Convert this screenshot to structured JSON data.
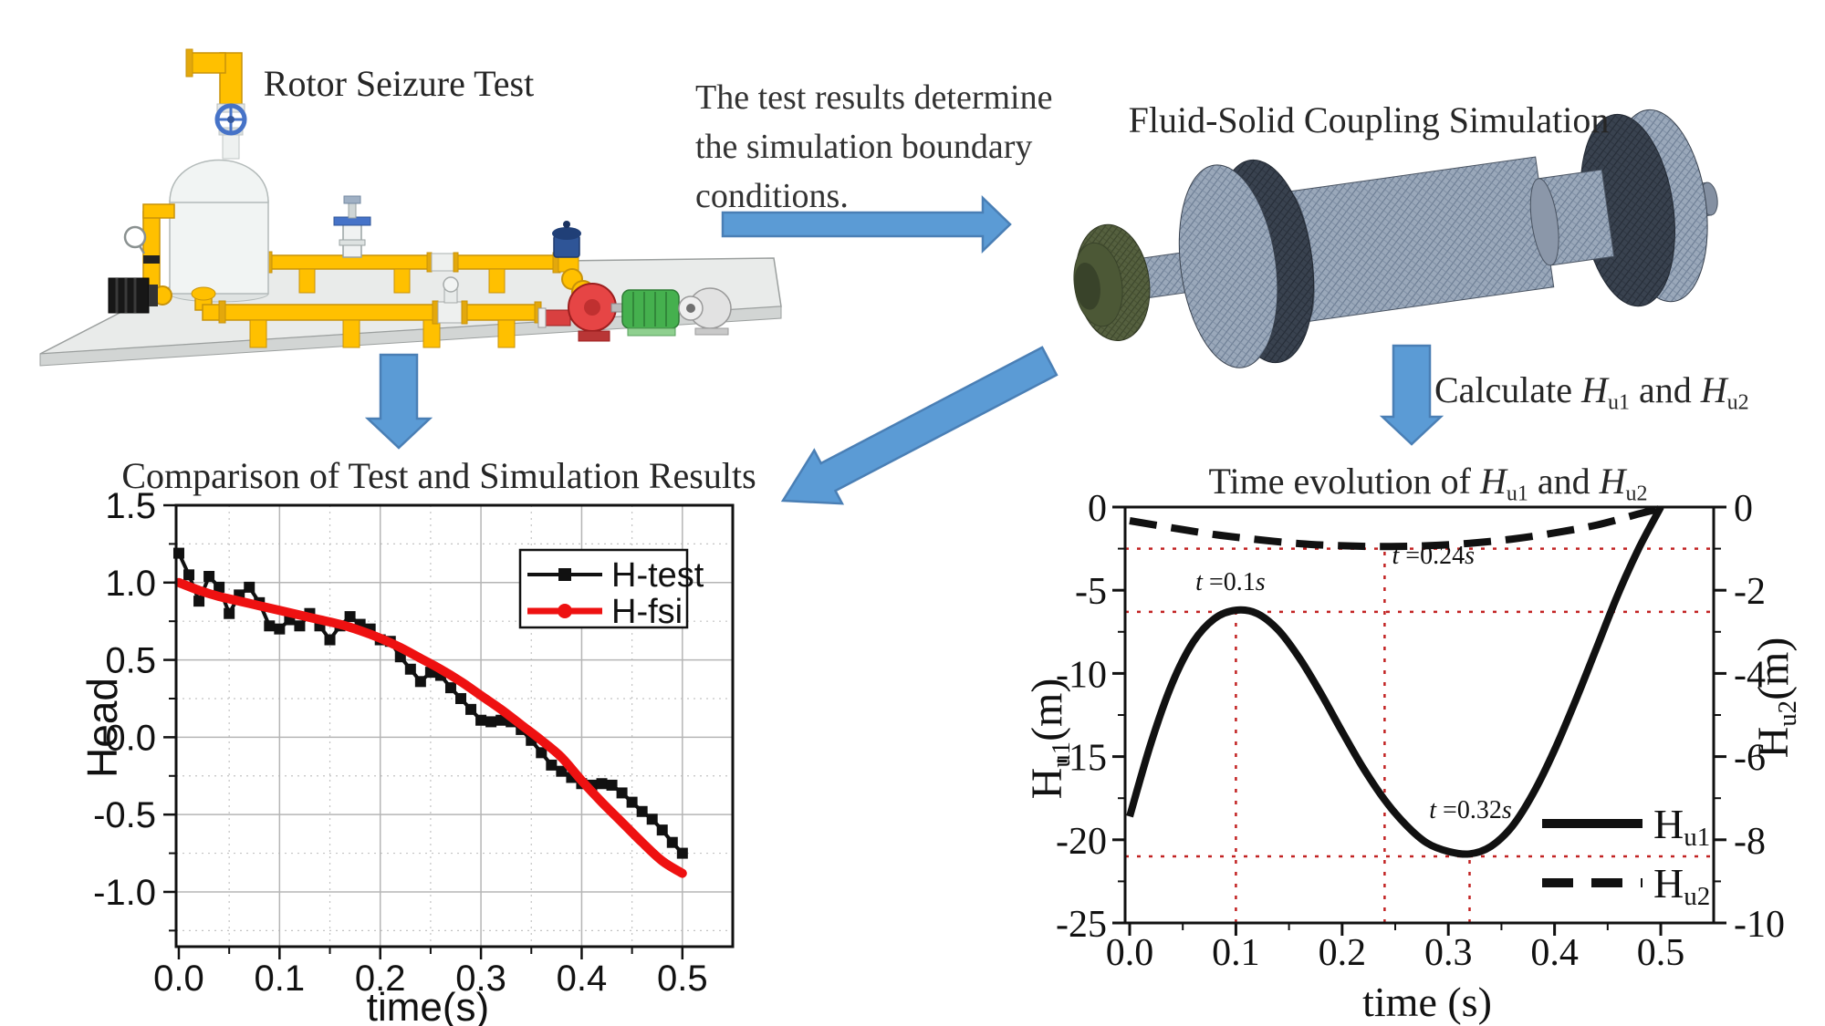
{
  "colors": {
    "arrow_blue": "#5b9bd5",
    "arrow_border": "#4a7fb5",
    "htest_black": "#111111",
    "hfsi_red": "#ee1111",
    "refline_red": "#c22222",
    "grid_major": "#b5b5b5",
    "grid_minor": "#c3c3c3",
    "pipe_yellow": "#ffc000",
    "valve_blue": "#4673c8",
    "pump_red": "#e64545",
    "motor_green": "#45b04e"
  },
  "top_left": {
    "title": "Rotor Seizure Test"
  },
  "middle": {
    "lines": [
      "The test results determine",
      "the simulation boundary",
      "conditions."
    ]
  },
  "top_right": {
    "title": "Fluid-Solid Coupling Simulation"
  },
  "calculate_label": {
    "parts": [
      [
        "Calculate ",
        ""
      ],
      [
        "H",
        "i"
      ],
      [
        "u1",
        "sub"
      ],
      [
        " and ",
        ""
      ],
      [
        "H",
        "i"
      ],
      [
        "u2",
        "sub"
      ]
    ]
  },
  "chart_data": [
    {
      "id": "comparison",
      "type": "line",
      "title": "Comparison of Test and Simulation Results",
      "xlabel": "time(s)",
      "ylabel": "Head",
      "xlim": [
        -0.0027,
        0.55
      ],
      "ylim": [
        -1.354,
        1.5
      ],
      "xticks": [
        0,
        0.1,
        0.2,
        0.3,
        0.4,
        0.5
      ],
      "xtick_labels": [
        "0.0",
        "0.1",
        "0.2",
        "0.3",
        "0.4",
        "0.5"
      ],
      "x_minor": [
        0.05,
        0.15,
        0.25,
        0.35,
        0.45
      ],
      "yticks": [
        1.5,
        1.0,
        0.5,
        0.0,
        -0.5,
        -1.0
      ],
      "ytick_labels": [
        "1.5",
        "1.0",
        "0.5",
        "0.0",
        "-0.5",
        "-1.0"
      ],
      "y_minor": [
        1.25,
        0.75,
        0.25,
        -0.25,
        -0.75,
        -1.25
      ],
      "grid": true,
      "grid_x_major": [
        0.1,
        0.2,
        0.3,
        0.4,
        0.5
      ],
      "grid_y_major": [
        1.0,
        0.5,
        0.0,
        -0.5,
        -1.0
      ],
      "legend_pos": "upper-right-box",
      "legend": [
        {
          "label": "H-test",
          "marker": "square",
          "line": "solid",
          "color": "#111111"
        },
        {
          "label": "H-fsi",
          "marker": "circle",
          "line": "solid",
          "color": "#ee1111"
        }
      ],
      "series": [
        {
          "name": "H-test",
          "color": "#111111",
          "width": 4,
          "marker": "square",
          "smooth": false,
          "x": [
            0,
            0.01,
            0.02,
            0.03,
            0.04,
            0.05,
            0.06,
            0.07,
            0.08,
            0.09,
            0.1,
            0.11,
            0.12,
            0.13,
            0.14,
            0.15,
            0.16,
            0.17,
            0.18,
            0.19,
            0.2,
            0.21,
            0.22,
            0.23,
            0.24,
            0.25,
            0.26,
            0.27,
            0.28,
            0.29,
            0.3,
            0.31,
            0.32,
            0.33,
            0.34,
            0.35,
            0.36,
            0.37,
            0.38,
            0.39,
            0.4,
            0.41,
            0.42,
            0.43,
            0.44,
            0.45,
            0.46,
            0.47,
            0.48,
            0.49,
            0.5
          ],
          "y": [
            1.19,
            1.05,
            0.88,
            1.04,
            0.97,
            0.8,
            0.92,
            0.97,
            0.87,
            0.72,
            0.7,
            0.76,
            0.72,
            0.8,
            0.72,
            0.63,
            0.72,
            0.78,
            0.73,
            0.7,
            0.63,
            0.62,
            0.52,
            0.44,
            0.36,
            0.42,
            0.4,
            0.32,
            0.25,
            0.18,
            0.11,
            0.1,
            0.11,
            0.1,
            0.05,
            -0.02,
            -0.1,
            -0.18,
            -0.22,
            -0.26,
            -0.3,
            -0.31,
            -0.3,
            -0.31,
            -0.36,
            -0.42,
            -0.48,
            -0.53,
            -0.6,
            -0.68,
            -0.75
          ]
        },
        {
          "name": "H-fsi",
          "color": "#ee1111",
          "width": 10,
          "marker": "none",
          "smooth": true,
          "x": [
            0,
            0.02,
            0.04,
            0.06,
            0.08,
            0.1,
            0.12,
            0.14,
            0.16,
            0.18,
            0.2,
            0.22,
            0.24,
            0.26,
            0.28,
            0.3,
            0.32,
            0.34,
            0.36,
            0.38,
            0.4,
            0.42,
            0.44,
            0.46,
            0.48,
            0.5
          ],
          "y": [
            1.0,
            0.95,
            0.91,
            0.88,
            0.85,
            0.82,
            0.79,
            0.76,
            0.73,
            0.69,
            0.64,
            0.58,
            0.51,
            0.44,
            0.36,
            0.27,
            0.18,
            0.08,
            -0.02,
            -0.13,
            -0.28,
            -0.42,
            -0.55,
            -0.68,
            -0.8,
            -0.88
          ]
        }
      ]
    },
    {
      "id": "evolution",
      "type": "line",
      "title_parts": [
        [
          "Time evolution of ",
          ""
        ],
        [
          "H",
          "i"
        ],
        [
          "u1",
          "sub"
        ],
        [
          " and ",
          ""
        ],
        [
          "H",
          "i"
        ],
        [
          "u2",
          "sub"
        ]
      ],
      "xlabel": "time (s)",
      "ylabel_left_parts": [
        [
          "H",
          ""
        ],
        [
          "u1",
          "sub"
        ],
        [
          "(m)",
          ""
        ]
      ],
      "ylabel_right_parts": [
        [
          "H",
          ""
        ],
        [
          "u2",
          "sub"
        ],
        [
          "(m)",
          ""
        ]
      ],
      "xlim": [
        -0.0043,
        0.5498
      ],
      "ylim_left": [
        -25,
        0
      ],
      "ylim_right": [
        -10,
        0
      ],
      "xticks": [
        0,
        0.1,
        0.2,
        0.3,
        0.4,
        0.5
      ],
      "xtick_labels": [
        "0.0",
        "0.1",
        "0.2",
        "0.3",
        "0.4",
        "0.5"
      ],
      "x_minor": [
        0.05,
        0.15,
        0.25,
        0.35,
        0.45
      ],
      "yticks_left": [
        0,
        -5,
        -10,
        -15,
        -20,
        -25
      ],
      "ytick_labels_left": [
        "0",
        "-5",
        "-10",
        "-15",
        "-20",
        "-25"
      ],
      "y_minor_left": [
        -2.5,
        -7.5,
        -12.5,
        -17.5,
        -22.5
      ],
      "yticks_right": [
        0,
        -2,
        -4,
        -6,
        -8,
        -10
      ],
      "ytick_labels_right": [
        "0",
        "-2",
        "-4",
        "-6",
        "-8",
        "-10"
      ],
      "grid": false,
      "legend": [
        {
          "parts": [
            [
              "H",
              ""
            ],
            [
              "u1",
              "sub"
            ]
          ],
          "line": "solid"
        },
        {
          "parts": [
            [
              "H",
              ""
            ],
            [
              "u2",
              "sub"
            ]
          ],
          "line": "dash"
        }
      ],
      "series": [
        {
          "name": "Hu1",
          "axis": "left",
          "color": "#111111",
          "width": 8,
          "smooth": true,
          "x": [
            0,
            0.02,
            0.04,
            0.06,
            0.08,
            0.1,
            0.12,
            0.14,
            0.16,
            0.18,
            0.2,
            0.22,
            0.24,
            0.26,
            0.28,
            0.3,
            0.32,
            0.34,
            0.36,
            0.38,
            0.4,
            0.42,
            0.44,
            0.46,
            0.48,
            0.5
          ],
          "y": [
            -18.6,
            -14.2,
            -10.6,
            -8.1,
            -6.7,
            -6.2,
            -6.4,
            -7.4,
            -9.1,
            -11.2,
            -13.5,
            -15.7,
            -17.6,
            -19.1,
            -20.2,
            -20.7,
            -20.85,
            -20.4,
            -19.2,
            -17.2,
            -14.6,
            -11.6,
            -8.4,
            -5.2,
            -2.4,
            0.0
          ]
        },
        {
          "name": "Hu2",
          "axis": "right",
          "color": "#111111",
          "width": 8,
          "dash": "30 16",
          "smooth": true,
          "x": [
            0,
            0.04,
            0.08,
            0.12,
            0.16,
            0.2,
            0.24,
            0.28,
            0.32,
            0.36,
            0.4,
            0.44,
            0.48,
            0.5
          ],
          "y": [
            -0.33,
            -0.5,
            -0.66,
            -0.78,
            -0.88,
            -0.93,
            -0.95,
            -0.93,
            -0.87,
            -0.77,
            -0.62,
            -0.43,
            -0.16,
            -0.03
          ]
        }
      ],
      "ref_lines": {
        "color": "#c22222",
        "h": [
          -2.5,
          -6.3,
          -21.0
        ],
        "v": [
          {
            "x": 0.1,
            "to": -6.3
          },
          {
            "x": 0.24,
            "to": -2.5
          },
          {
            "x": 0.32,
            "to": -21.0
          }
        ]
      },
      "annotations": [
        {
          "x": 0.062,
          "y": -5.0,
          "parts": [
            [
              "t",
              "i"
            ],
            [
              " =0.1",
              ""
            ],
            [
              "s",
              "i"
            ]
          ]
        },
        {
          "x": 0.247,
          "y": -3.4,
          "parts": [
            [
              "t",
              "i"
            ],
            [
              " =0.24",
              ""
            ],
            [
              "s",
              "i"
            ]
          ]
        },
        {
          "x": 0.282,
          "y": -18.7,
          "parts": [
            [
              "t",
              "i"
            ],
            [
              " =0.32",
              ""
            ],
            [
              "s",
              "i"
            ]
          ]
        }
      ]
    }
  ]
}
